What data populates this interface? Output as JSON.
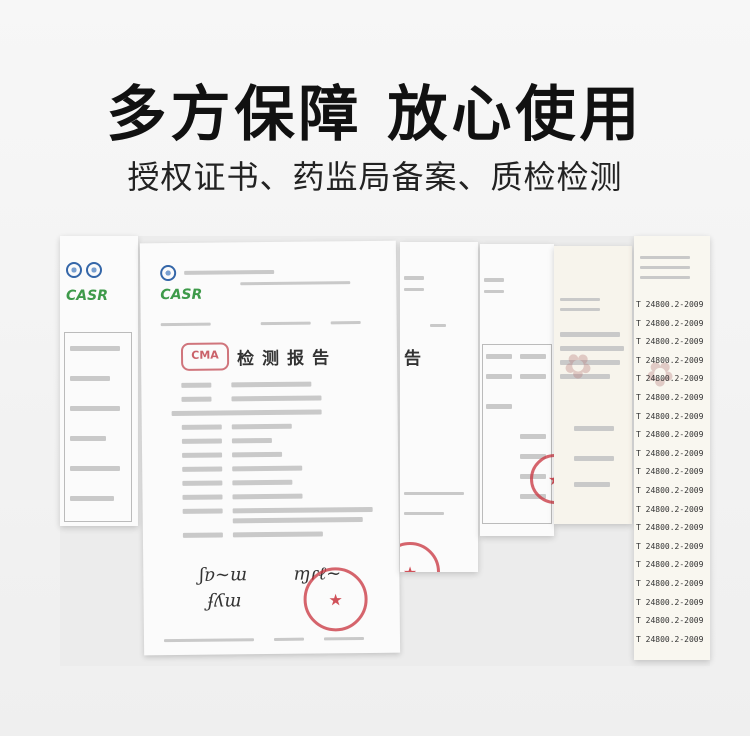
{
  "headline": "多方保障 放心使用",
  "subline": "授权证书、药监局备案、质检检测",
  "report": {
    "title": "检测报告",
    "cas_logo": "CASR",
    "cma_mark": "CMA"
  },
  "side_doc": {
    "title_fragment": "告"
  },
  "right_table": {
    "rows": [
      "T 24800.2-2009",
      "T 24800.2-2009",
      "T 24800.2-2009",
      "T 24800.2-2009",
      "T 24800.2-2009",
      "T 24800.2-2009",
      "T 24800.2-2009",
      "T 24800.2-2009",
      "T 24800.2-2009",
      "T 24800.2-2009",
      "T 24800.2-2009",
      "T 24800.2-2009",
      "T 24800.2-2009",
      "T 24800.2-2009",
      "T 24800.2-2009",
      "T 24800.2-2009",
      "T 24800.2-2009",
      "T 24800.2-2009",
      "T 24800.2-2009"
    ]
  },
  "colors": {
    "stamp_red": "#c8323c",
    "logo_green": "#3e9a4a",
    "emblem_blue": "#3466a8"
  }
}
